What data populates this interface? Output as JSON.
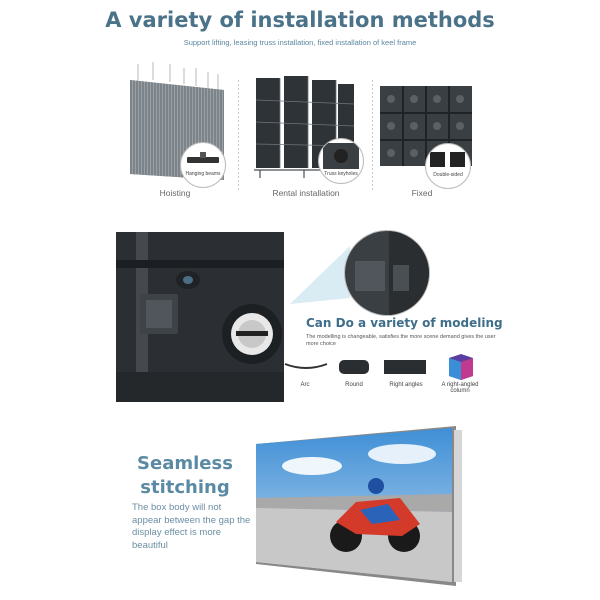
{
  "header": {
    "title": "A variety of installation methods",
    "subtitle": "Support lifting, leasing truss installation, fixed installation of keel frame"
  },
  "methods": [
    {
      "label": "Hoisting",
      "callout": "Hanging beams"
    },
    {
      "label": "Rental installation",
      "callout": "Truss keyholes"
    },
    {
      "label": "Fixed",
      "callout": "Double-sided"
    }
  ],
  "modeling": {
    "title": "Can Do a variety of modeling",
    "description": "The modelling is changeable, satisfies the more scene demand gives the user more choice",
    "shapes": [
      "Arc",
      "Round",
      "Right angles",
      "A right-angled column"
    ]
  },
  "seamless": {
    "title_line1": "Seamless",
    "title_line2": "stitching",
    "description": "The box body will not appear between the gap the display effect is more beautiful"
  },
  "colors": {
    "title": "#4a7289",
    "accent": "#5b8aa4",
    "panel_dark": "#2b2f33"
  },
  "icons": [
    "hoisting-panel-image",
    "truss-rack-image",
    "fixed-grid-image",
    "panel-back-closeup-image",
    "motorcycle-display-image"
  ]
}
